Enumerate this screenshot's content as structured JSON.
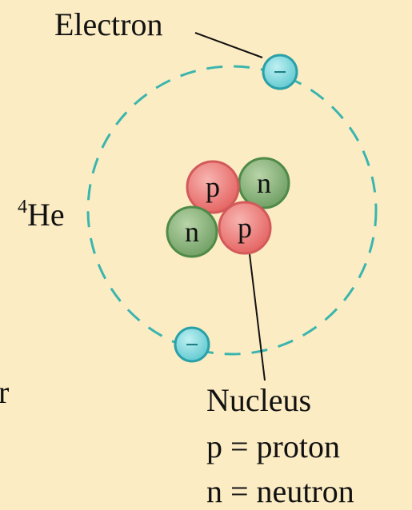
{
  "labels": {
    "electron": "Electron",
    "isotope_mass": "4",
    "isotope_symbol": "He",
    "nucleus": "Nucleus",
    "proton_key": "p = proton",
    "neutron_key": "n = neutron",
    "edge_char": "r"
  },
  "particles": {
    "proton": "p",
    "neutron": "n",
    "electron_sign": "−"
  },
  "colors": {
    "background": "#fcecc4",
    "orbit": "#3ab5ae",
    "electron_fill": "#7fd6da",
    "electron_stroke": "#2aa0a8",
    "proton_fill": "#ec7a7a",
    "proton_stroke": "#d25a5a",
    "neutron_fill": "#7faa72",
    "neutron_stroke": "#4f8a48"
  }
}
